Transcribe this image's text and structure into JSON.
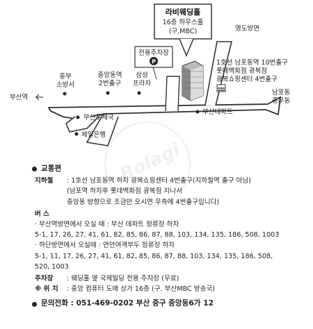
{
  "map": {
    "destination": {
      "name": "라비웨딩홀",
      "line1": "16층 하우스홀",
      "line2": "(구,MBC)"
    },
    "parking_label": "전용주차장",
    "parking_icon": "parking-icon",
    "labels": {
      "yeongdo": "영도방면",
      "nampo_exit10": "1호선  남포동역  10번출구",
      "lotte": "롯데백화점 광복점",
      "gwangbok_exit4": "광복쇼핑센터  4번출구",
      "jungbu_fire_1": "중부",
      "jungbu_fire_2": "소방서",
      "jungang_exit2_1": "중앙동역",
      "jungang_exit2_2": "2번출구",
      "samseong_1": "삼성",
      "samseong_2": "프라자",
      "busan_station": "부산역",
      "nampo_jungmu_1": "남포동",
      "nampo_jungmu_2": "중무동",
      "busan_post": "부산우체국",
      "busan_deptstore": "부산데파트",
      "jeil_bank": "제일은행"
    },
    "watermark": "Bolagi"
  },
  "info": {
    "transport_title": "교통편",
    "subway_key": "지하철",
    "subway_lines": [
      ": 1호선 남포동역 하차 광복쇼핑센터 4번출구(지하철역 출구 아님)",
      "(남포역 하차후 롯데백화점 광복점 지나서",
      "중앙동 방향으로 조금만 오시면 우측에 4번출구입니다)"
    ],
    "bus_key": "버    스",
    "bus_from_station": "· 부산역방면에서 오실 때 : 부산 데파트 정류장 하차",
    "bus_from_station_nums": "5-1, 17, 26, 27, 41, 61, 82, 85, 86, 87, 88, 103, 134, 135, 186, 508, 1003",
    "bus_from_hadan": "· 하단방면에서 오실때 : 연안여객부두 정류장 하차",
    "bus_from_hadan_nums_1": "5-1, 11, 17, 26, 27, 41, 61, 82, 85, 86, 87, 88, 103, 134, 135, 186, 508,",
    "bus_from_hadan_nums_2": "520, 1003",
    "parking_key": "주차장",
    "parking_val": ": 웨딩홀 옆 국제빌딩 전용 주차장 (무료)",
    "location_key": "※ 위  치",
    "location_val": ": 중앙 컴퓨터 도매 상가 16층 (구. 부산MBC 방송국)",
    "inquiry_label": "문의전화 : 051-469-0202 부산 중구 중앙동6가 12"
  }
}
